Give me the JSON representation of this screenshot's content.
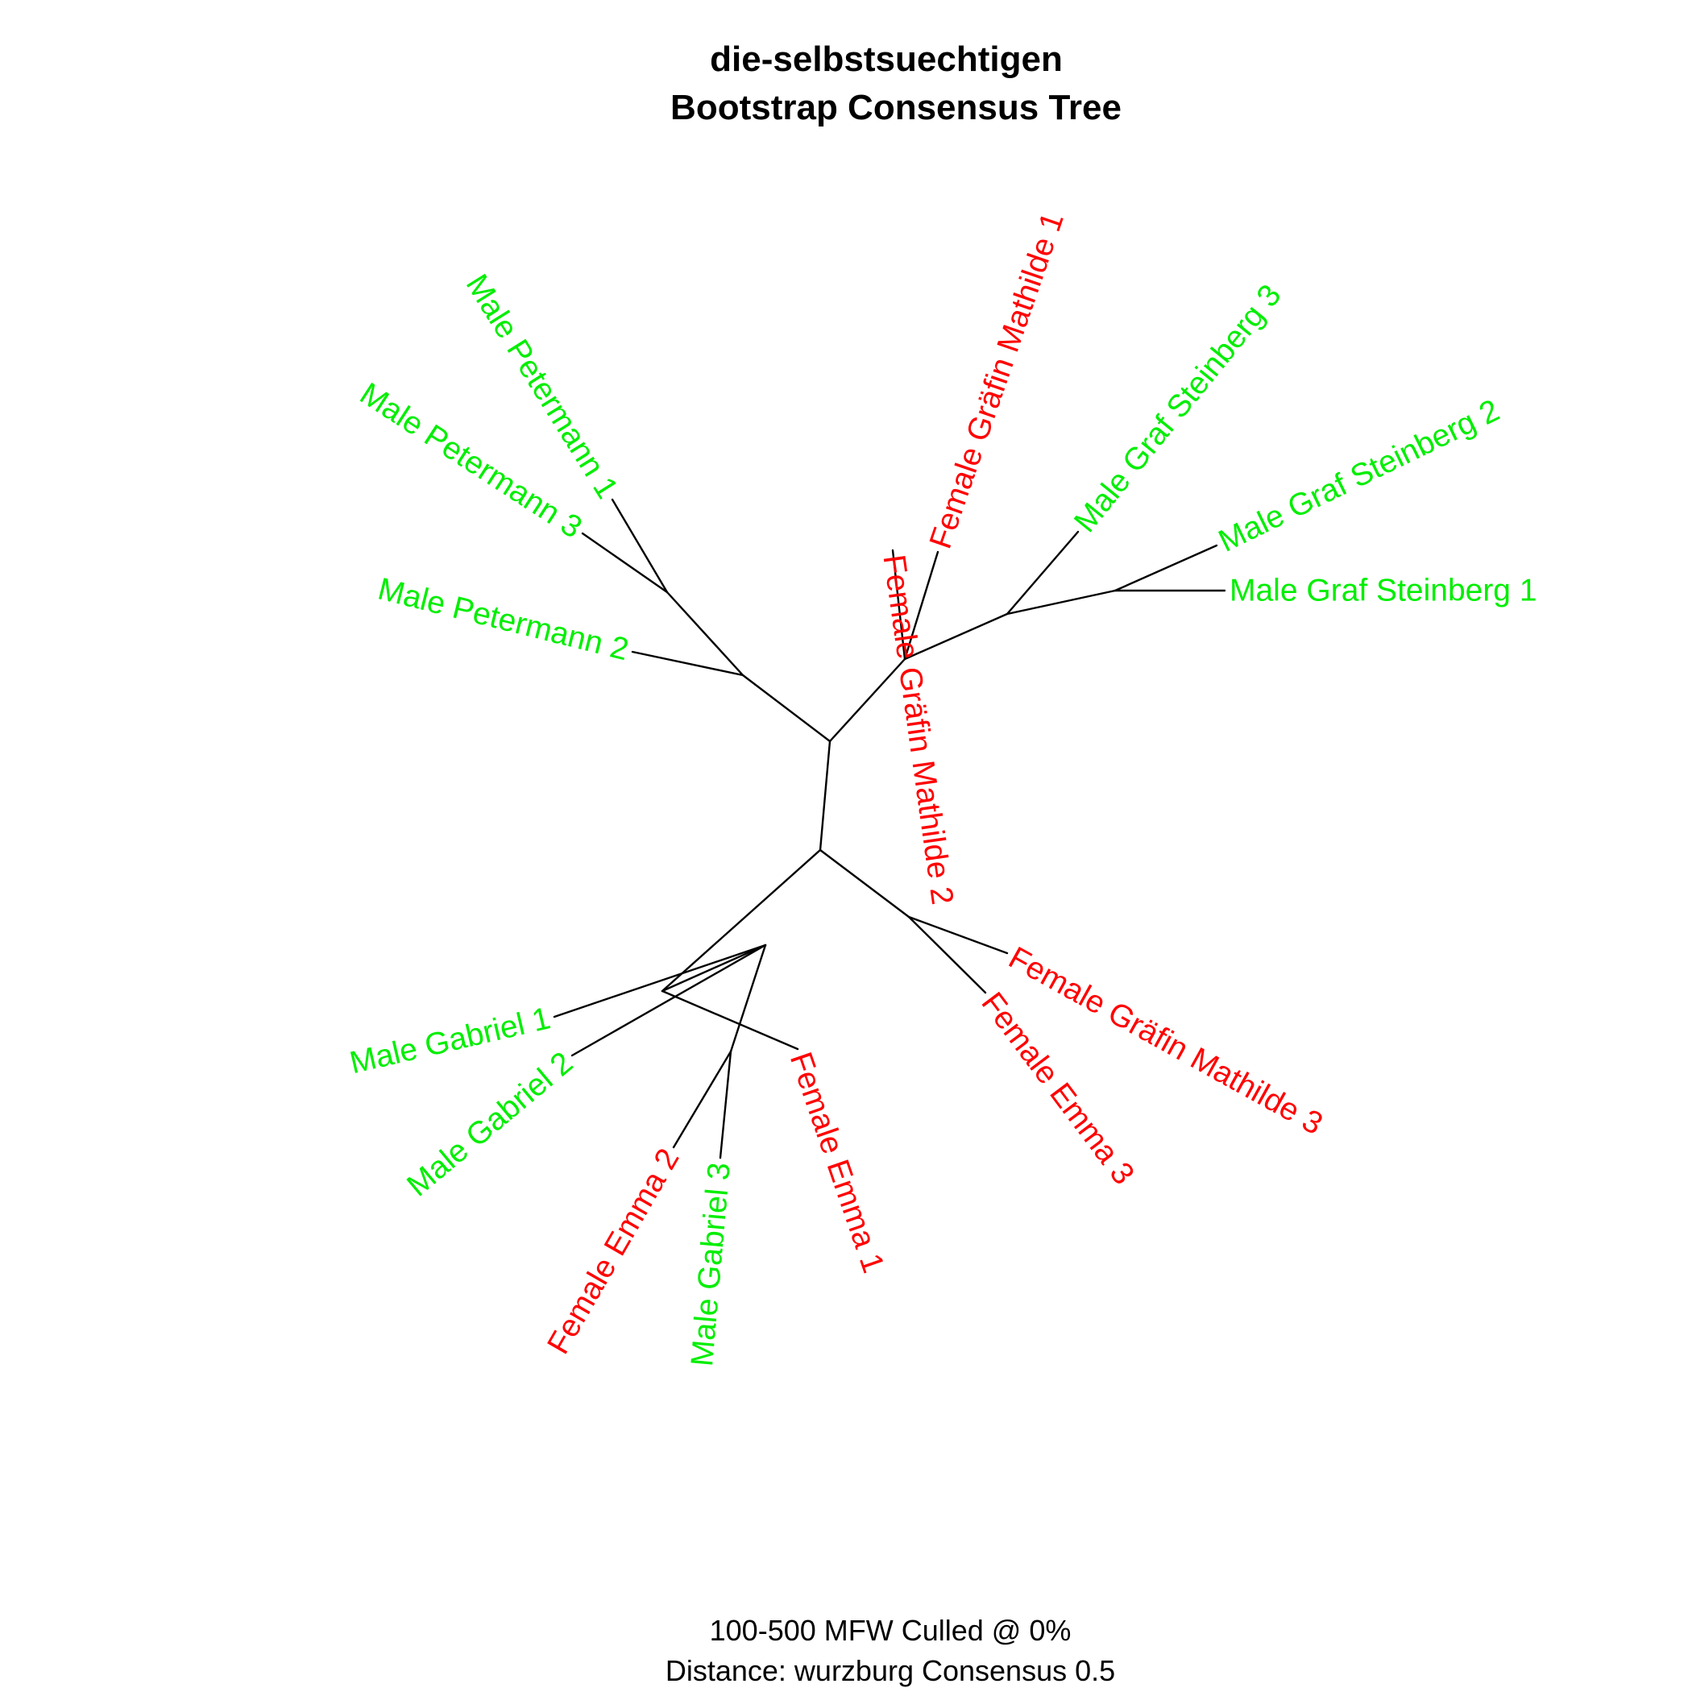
{
  "title_line1": "die-selbstsuechtigen",
  "title_line2": "Bootstrap Consensus Tree",
  "caption_line1": "100-500 MFW  Culled @ 0%",
  "caption_line2": "Distance: wurzburg Consensus 0.5",
  "colors": {
    "Female": "#ff0000",
    "Male": "#00ee00",
    "branch": "#000000"
  },
  "tree": {
    "type": "unrooted consensus tree",
    "tips": [
      {
        "label": "Female Gräfin Mathilde 2",
        "group": "Female"
      },
      {
        "label": "Female Gräfin Mathilde 1",
        "group": "Female"
      },
      {
        "label": "Male Graf Steinberg 3",
        "group": "Male"
      },
      {
        "label": "Male Graf Steinberg 2",
        "group": "Male"
      },
      {
        "label": "Male Graf Steinberg 1",
        "group": "Male"
      },
      {
        "label": "Female Gräfin Mathilde 3",
        "group": "Female"
      },
      {
        "label": "Female Emma 3",
        "group": "Female"
      },
      {
        "label": "Female Emma 1",
        "group": "Female"
      },
      {
        "label": "Male Gabriel 3",
        "group": "Male"
      },
      {
        "label": "Female Emma 2",
        "group": "Female"
      },
      {
        "label": "Male Gabriel 2",
        "group": "Male"
      },
      {
        "label": "Male Gabriel 1",
        "group": "Male"
      },
      {
        "label": "Male Petermann 2",
        "group": "Male"
      },
      {
        "label": "Male Petermann 3",
        "group": "Male"
      },
      {
        "label": "Male Petermann 1",
        "group": "Male"
      }
    ]
  }
}
